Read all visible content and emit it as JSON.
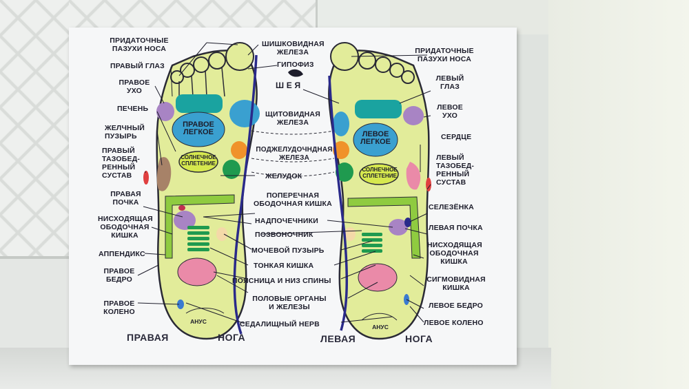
{
  "poster": {
    "center": {
      "pineal": "ШИШКОВИДНАЯ\nЖЕЛЕЗА",
      "pituitary": "ГИПОФИЗ",
      "neck": "Ш Е Я",
      "thyroid": "ЩИТОВИДНАЯ\nЖЕЛЕЗА",
      "pancreas": "ПОДЖЕЛУДОЧНДНАЯ\nЖЕЛЕЗА",
      "stomach": "ЖЕЛУДОК",
      "transverse_colon": "ПОПЕРЕЧНАЯ\nОБОДОЧНАЯ КИШКА",
      "adrenals": "НАДПОЧЕЧНИКИ",
      "spine": "ПОЗВОНОЧНИК",
      "bladder": "МОЧЕВОЙ ПУЗЫРЬ",
      "small_intestine": "ТОНКАЯ КИШКА",
      "lumbar": "ПОЯСНИЦА И НИЗ СПИНЫ",
      "genitals": "ПОЛОВЫЕ ОРГАНЫ\nИ ЖЕЛЕЗЫ",
      "sciatic": "СЕДАЛИЩНЫЙ НЕРВ"
    },
    "right_foot": {
      "sinuses": "ПРИДАТОЧНЫЕ\nПАЗУХИ НОСА",
      "eye": "ПРАВЫЙ ГЛАЗ",
      "ear": "ПРАВОЕ\nУХО",
      "liver": "ПЕЧЕНЬ",
      "gallbladder": "ЖЕЛЧНЫЙ\nПУЗЫРЬ",
      "hip_joint": "ПРАВЫЙ\nТАЗОБЕД-\nРЕННЫЙ\nСУСТАВ",
      "kidney": "ПРАВАЯ\nПОЧКА",
      "descending_colon": "НИСХОДЯЩАЯ\nОБОДОЧНАЯ\nКИШКА",
      "appendix": "АППЕНДИКС",
      "thigh": "ПРАВОЕ\nБЕДРО",
      "knee": "ПРАВОЕ\nКОЛЕНО",
      "lung": "ПРАВОЕ\nЛЕГКОЕ",
      "solar_plexus": "СОЛНЕЧНОЕ\nСПЛЕТЕНИЕ",
      "anus": "АНУС",
      "caption_1": "ПРАВАЯ",
      "caption_2": "НОГА"
    },
    "left_foot": {
      "sinuses": "ПРИДАТОЧНЫЕ\nПАЗУХИ НОСА",
      "eye": "ЛЕВЫЙ\nГЛАЗ",
      "ear": "ЛЕВОЕ\nУХО",
      "heart": "СЕРДЦЕ",
      "hip_joint": "ЛЕВЫЙ\nТАЗОБЕД-\nРЕННЫЙ\nСУСТАВ",
      "spleen": "СЕЛЕЗЁНКА",
      "kidney": "ЛЕВАЯ ПОЧКА",
      "descending_colon": "НИСХОДЯЩАЯ\nОБОДОЧНАЯ\nКИШКА",
      "sigmoid_colon": "СИГМОВИДНАЯ\nКИШКА",
      "thigh": "ЛЕВОЕ БЕДРО",
      "knee": "ЛЕВОЕ КОЛЕНО",
      "lung": "ЛЕВОЕ\nЛЕГКОЕ",
      "solar_plexus": "СОЛНЕЧНОЕ\nСПЛЕТЕНИЕ",
      "anus": "АНУС",
      "caption_1": "ЛЕВАЯ",
      "caption_2": "НОГА"
    },
    "colors": {
      "foot": "#e2ec9a",
      "outline": "#2a2a35",
      "lung": "#3aa0d0",
      "teal": "#1aa3a0",
      "green": "#1f9a4f",
      "orange": "#f0922a",
      "pink": "#ea8aa8",
      "purple": "#a884c4",
      "brown": "#a78268",
      "spine": "#2a2a8a"
    }
  }
}
